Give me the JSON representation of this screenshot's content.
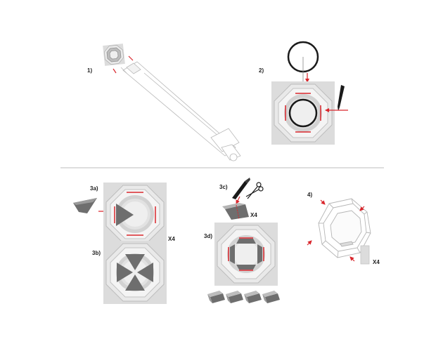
{
  "steps": {
    "s1": "1)",
    "s2": "2)",
    "s3a": "3a)",
    "s3b": "3b)",
    "s3c": "3c)",
    "s3d": "3d)",
    "s4": "4)"
  },
  "multipliers": {
    "m3a": "X4",
    "m3c": "X4",
    "m4": "X4"
  },
  "colors": {
    "accent_red": "#d9262c",
    "panel_gray": "#dcdcdc",
    "dark_gray": "#6e6e6e",
    "line_gray": "#bcbcbc"
  }
}
